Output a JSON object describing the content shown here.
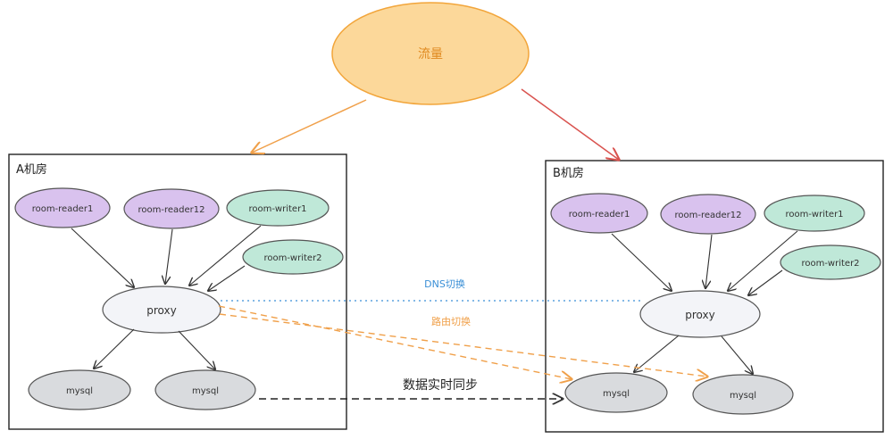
{
  "traffic": {
    "label": "流量"
  },
  "rooms": {
    "a": {
      "title": "A机房",
      "readers": [
        "room-reader1",
        "room-reader12"
      ],
      "writers": [
        "room-writer1",
        "room-writer2"
      ],
      "proxy": "proxy",
      "dbs": [
        "mysql",
        "mysql"
      ]
    },
    "b": {
      "title": "B机房",
      "readers": [
        "room-reader1",
        "room-reader12"
      ],
      "writers": [
        "room-writer1",
        "room-writer2"
      ],
      "proxy": "proxy",
      "dbs": [
        "mysql",
        "mysql"
      ]
    }
  },
  "links": {
    "dns_switch": "DNS切换",
    "route_switch": "路由切换",
    "realtime_sync": "数据实时同步"
  },
  "colors": {
    "traffic_fill": "#fcd89a",
    "traffic_stroke": "#f2a53a",
    "reader_fill": "#d9c2ee",
    "writer_fill": "#bfe8d8",
    "proxy_fill": "#f3f4f8",
    "db_fill": "#d9dbde",
    "dns_line": "#3a8fd6",
    "route_line": "#f0a04a",
    "arrow_a": "#f0a04a",
    "arrow_b": "#d9534f"
  }
}
